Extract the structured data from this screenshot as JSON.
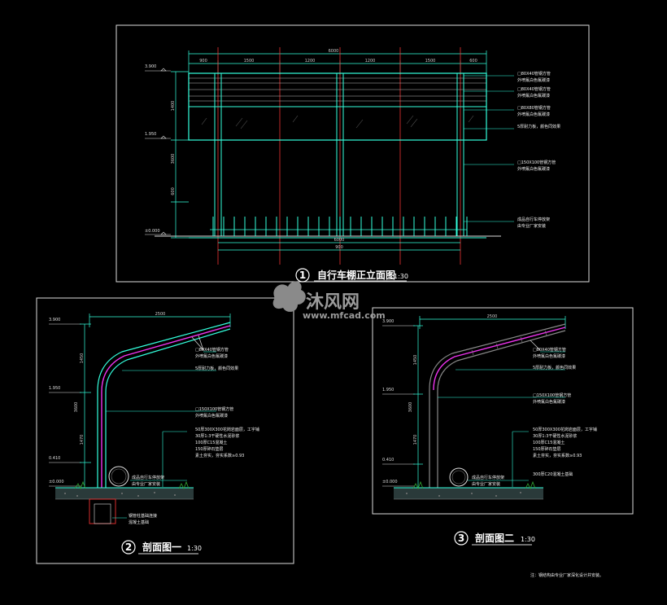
{
  "watermark": {
    "name": "沐风网",
    "url": "www.mfcad.com"
  },
  "front_elevation": {
    "number": "1",
    "title": "自行车棚正立面图",
    "scale": "1:30",
    "levels": [
      "3.900",
      "1.950",
      "±0.000"
    ],
    "dims_top": [
      "6000",
      "900",
      "1500",
      "1200",
      "1200",
      "1500",
      "600"
    ],
    "dims_left": [
      "1400",
      "3600",
      "600"
    ],
    "dims_bottom": [
      "6000",
      "900"
    ],
    "notes": [
      "□80X40管钢方管",
      "外喷氟白色氟碳漆",
      "□80X40管钢方管",
      "外喷氟白色氟碳漆",
      "□80X80管钢方管",
      "外喷氟白色氟碳漆",
      "5厚耐力板，颜色同效果",
      "□150X100管钢方管",
      "外喷氟白色氟碳漆",
      "成品自行车停放架",
      "由专业厂家安装"
    ]
  },
  "section1": {
    "number": "2",
    "title": "剖面图一",
    "scale": "1:30",
    "levels": [
      "3.900",
      "1.950",
      "0.410",
      "±0.000"
    ],
    "dims_top": [
      "2500"
    ],
    "dims_left": [
      "1450",
      "3600",
      "1470"
    ],
    "notes": [
      "□80X40管钢方管",
      "外喷氟白色氟碳漆",
      "5厚耐力板，颜色同效果",
      "□150X100管钢方管",
      "外喷氟白色氟碳漆",
      "50厚300X300花岗岩面层，工字铺",
      "30厚1:3干硬性水泥砂浆",
      "100厚C15混凝土",
      "150厚碎石垫层",
      "素土夯实，夯实系数≥0.93",
      "成品自行车停放架",
      "由专业厂家安装",
      "钢管柱基础连接",
      "混凝土基础"
    ]
  },
  "section2": {
    "number": "3",
    "title": "剖面图二",
    "scale": "1:30",
    "levels": [
      "3.900",
      "1.950",
      "0.410",
      "±0.000"
    ],
    "dims_top": [
      "2500"
    ],
    "dims_left": [
      "1450",
      "3600",
      "1470"
    ],
    "notes": [
      "□80X40管钢方管",
      "外喷氟白色氟碳漆",
      "5厚耐力板，颜色同效果",
      "□150X100管钢方管",
      "外喷氟白色氟碳漆",
      "50厚300X300花岗岩面层，工字铺",
      "30厚1:3干硬性水泥砂浆",
      "100厚C15混凝土",
      "150厚碎石垫层",
      "素土夯实，夯实系数≥0.93",
      "成品自行车停放架",
      "由专业厂家安装",
      "300厚C20混凝土基础"
    ]
  },
  "footnote": "注：钢结构由专业厂家深化设计并安装。"
}
